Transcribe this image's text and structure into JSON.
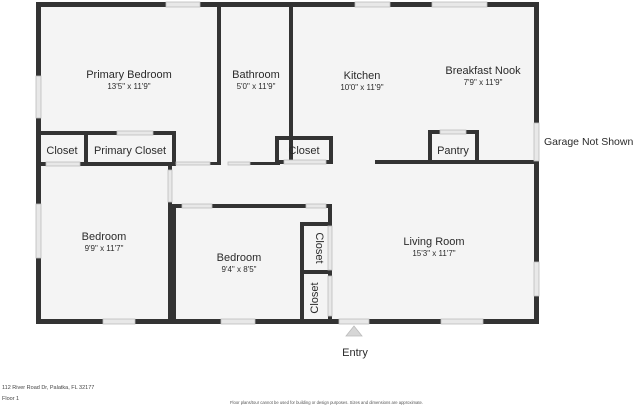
{
  "rooms": {
    "primary_bedroom": {
      "name": "Primary Bedroom",
      "dim": "13'5\" x 11'9\""
    },
    "bathroom": {
      "name": "Bathroom",
      "dim": "5'0\" x 11'9\""
    },
    "kitchen": {
      "name": "Kitchen",
      "dim": "10'0\" x 11'9\""
    },
    "breakfast_nook": {
      "name": "Breakfast Nook",
      "dim": "7'9\" x 11'9\""
    },
    "bedroom_left": {
      "name": "Bedroom",
      "dim": "9'9\" x 11'7\""
    },
    "bedroom_middle": {
      "name": "Bedroom",
      "dim": "9'4\" x 8'5\""
    },
    "living_room": {
      "name": "Living Room",
      "dim": "15'3\" x 11'7\""
    }
  },
  "labels": {
    "closet_left": "Closet",
    "primary_closet": "Primary Closet",
    "closet_bath": "Closet",
    "pantry": "Pantry",
    "closet_vertical_upper": "Closet",
    "closet_vertical_lower": "Closet",
    "garage": "Garage Not Shown",
    "entry": "Entry"
  },
  "footer": {
    "address": "112 River Road Dr, Palatka, FL 32177",
    "floor": "Floor 1",
    "disclaimer": "Floor plans/tour cannot be used for building or design purposes. Sizes and dimensions are approximate."
  },
  "colors": {
    "wall": "#333333",
    "floor": "#f4f4f4",
    "window": "#bcbcbc"
  }
}
